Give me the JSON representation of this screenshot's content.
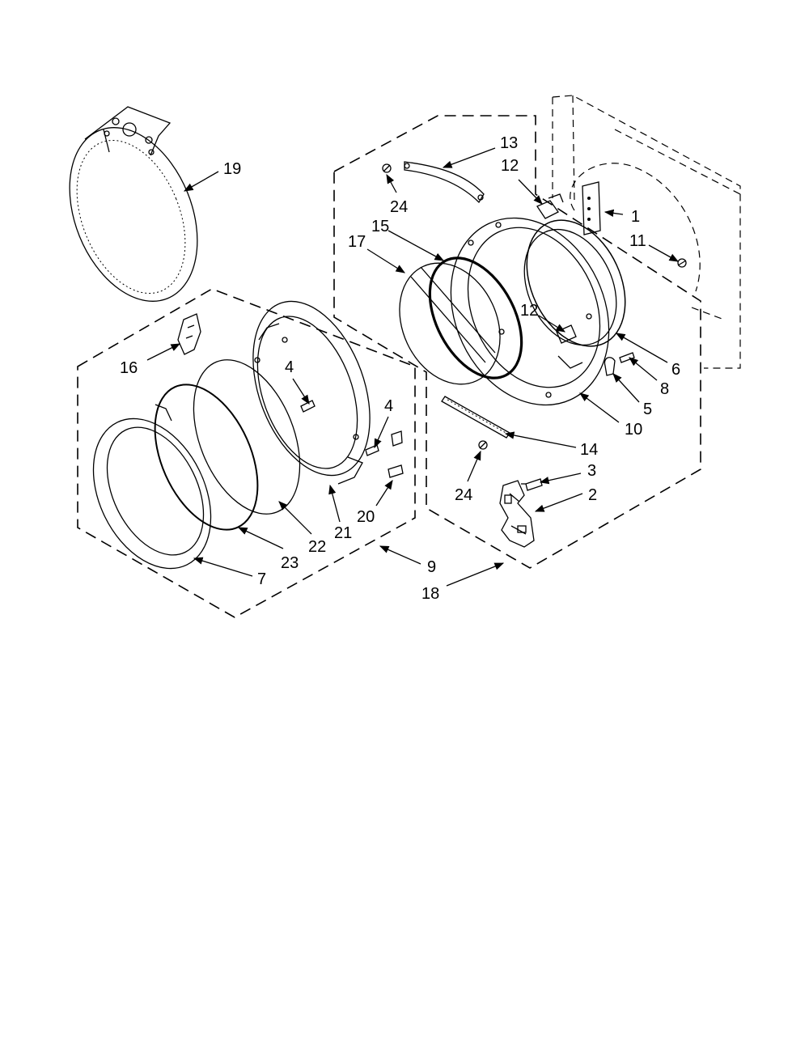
{
  "diagram": {
    "callouts": [
      {
        "id": "c1",
        "label": "1"
      },
      {
        "id": "c2",
        "label": "2"
      },
      {
        "id": "c3",
        "label": "3"
      },
      {
        "id": "c4a",
        "label": "4"
      },
      {
        "id": "c4b",
        "label": "4"
      },
      {
        "id": "c5",
        "label": "5"
      },
      {
        "id": "c6",
        "label": "6"
      },
      {
        "id": "c7",
        "label": "7"
      },
      {
        "id": "c8",
        "label": "8"
      },
      {
        "id": "c9",
        "label": "9"
      },
      {
        "id": "c10",
        "label": "10"
      },
      {
        "id": "c11",
        "label": "11"
      },
      {
        "id": "c12a",
        "label": "12"
      },
      {
        "id": "c12b",
        "label": "12"
      },
      {
        "id": "c13",
        "label": "13"
      },
      {
        "id": "c14",
        "label": "14"
      },
      {
        "id": "c15",
        "label": "15"
      },
      {
        "id": "c16",
        "label": "16"
      },
      {
        "id": "c17",
        "label": "17"
      },
      {
        "id": "c18",
        "label": "18"
      },
      {
        "id": "c19",
        "label": "19"
      },
      {
        "id": "c20",
        "label": "20"
      },
      {
        "id": "c21",
        "label": "21"
      },
      {
        "id": "c22",
        "label": "22"
      },
      {
        "id": "c23",
        "label": "23"
      },
      {
        "id": "c24a",
        "label": "24"
      },
      {
        "id": "c24b",
        "label": "24"
      }
    ]
  }
}
